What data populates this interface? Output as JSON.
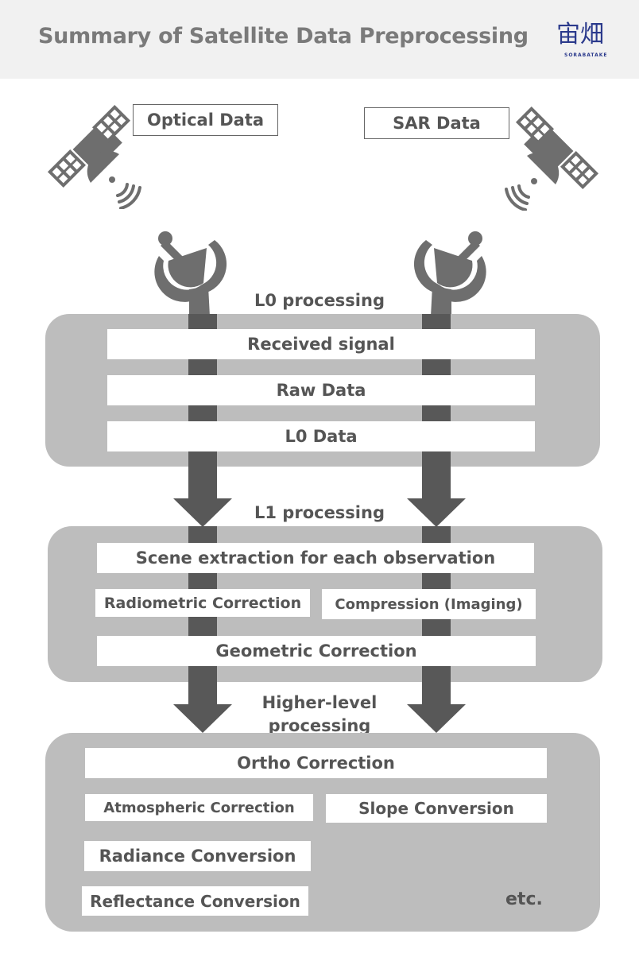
{
  "header": {
    "title": "Summary of Satellite Data Preprocessing",
    "logo": {
      "kanji": "宙畑",
      "subtitle": "SORABATAKE",
      "color": "#2b3a8c",
      "accent": "#2bb5c4"
    }
  },
  "sources": {
    "optical": {
      "label": "Optical Data",
      "icon": "satellite-icon"
    },
    "sar": {
      "label": "SAR Data",
      "icon": "satellite-icon"
    }
  },
  "ground_stations": {
    "icon": "satellite-dish-icon"
  },
  "stages": {
    "l0": {
      "label": "L0 processing",
      "steps": [
        "Received signal",
        "Raw Data",
        "L0 Data"
      ]
    },
    "l1": {
      "label": "L1 processing",
      "steps": {
        "scene": "Scene extraction for each observation",
        "radiometric": "Radiometric Correction",
        "compression": "Compression (Imaging)",
        "geometric": "Geometric Correction"
      }
    },
    "higher": {
      "label_line1": "Higher-level",
      "label_line2": "processing",
      "steps": {
        "ortho": "Ortho Correction",
        "atmospheric": "Atmospheric Correction",
        "slope": "Slope Conversion",
        "radiance": "Radiance Conversion",
        "reflectance": "Reflectance Conversion"
      },
      "etc": "etc."
    }
  },
  "colors": {
    "panel": "#bdbdbd",
    "flow": "#585858",
    "text": "#555555",
    "icon": "#6e6e6e",
    "header_bg": "#f1f1f1"
  }
}
